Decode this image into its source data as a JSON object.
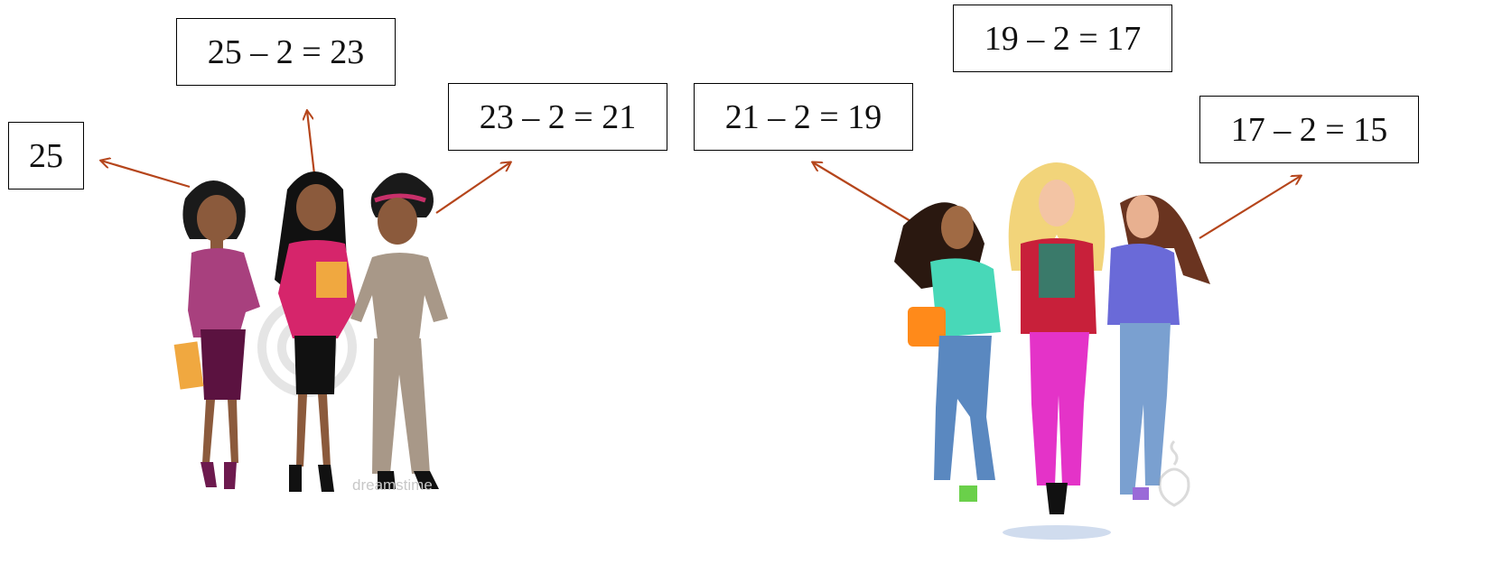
{
  "boxes": [
    {
      "id": "start",
      "text": "25"
    },
    {
      "id": "step1",
      "text": "25 – 2 = 23"
    },
    {
      "id": "step2",
      "text": "23 – 2 = 21"
    },
    {
      "id": "step3",
      "text": "21 – 2 = 19"
    },
    {
      "id": "step4",
      "text": "19 – 2 = 17"
    },
    {
      "id": "step5",
      "text": "17 – 2 = 15"
    }
  ],
  "watermark": "dreamstime",
  "colors": {
    "arrow": "#b5451b",
    "box_border": "#000000"
  }
}
